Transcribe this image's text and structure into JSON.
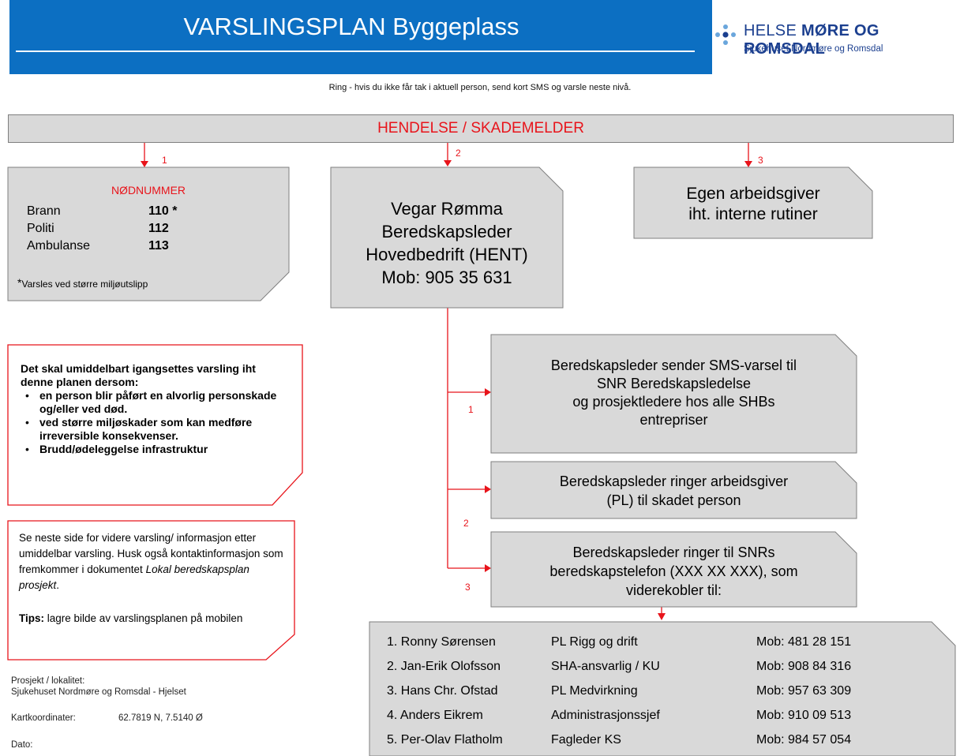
{
  "header": {
    "title": "VARSLINGSPLAN Byggeplass",
    "logo_org_plain": "HELSE ",
    "logo_org_bold": "MØRE OG ROMSDAL",
    "logo_sub": "Sjukehuset Nordmøre og Romsdal"
  },
  "instruction": "Ring - hvis du ikke får tak i aktuell person, send kort SMS og varsle neste nivå.",
  "event_bar": "HENDELSE / SKADEMELDER",
  "branch_numbers": [
    "1",
    "2",
    "3"
  ],
  "emergency": {
    "title": "NØDNUMMER",
    "rows": [
      {
        "service": "Brann",
        "number": "110 *"
      },
      {
        "service": "Politi",
        "number": "112"
      },
      {
        "service": "Ambulanse",
        "number": "113"
      }
    ],
    "footnote_mark": "*",
    "footnote": "Varsles ved større miljøutslipp"
  },
  "contact_leader": {
    "lines": [
      "Vegar Rømma",
      "Beredskapsleder",
      "Hovedbedrift (HENT)",
      "Mob: 905 35 631"
    ]
  },
  "employer_box": {
    "lines": [
      "Egen arbeidsgiver",
      "iht. interne rutiner"
    ]
  },
  "notice": {
    "intro": "Det skal umiddelbart igangsettes varsling iht denne planen dersom:",
    "bullets": [
      "en person blir påført en alvorlig personskade og/eller ved død.",
      "ved større miljøskader som kan medføre irreversible konsekvenser.",
      "Brudd/ødeleggelse infrastruktur"
    ]
  },
  "info": {
    "text_a": "Se neste side for videre varsling/ informasjon etter umiddelbar varsling. Husk også kontaktinformasjon som fremkommer i dokumentet ",
    "text_italic": "Lokal beredskapsplan prosjekt",
    "text_b": ".",
    "tips_label": "Tips:",
    "tips_text": " lagre bilde av varslingsplanen på mobilen"
  },
  "steps": [
    {
      "number": "1",
      "lines": [
        "Beredskapsleder sender SMS-varsel til",
        "SNR Beredskapsledelse",
        "og prosjektledere hos alle SHBs",
        "entrepriser"
      ]
    },
    {
      "number": "2",
      "lines": [
        "Beredskapsleder ringer arbeidsgiver",
        "(PL) til skadet person"
      ]
    },
    {
      "number": "3",
      "lines": [
        "Beredskapsleder ringer til SNRs",
        "beredskapstelefon (XXX XX XXX), som",
        "viderekobler til:"
      ]
    }
  ],
  "project": {
    "label": "Prosjekt / lokalitet:",
    "value": "Sjukehuset Nordmøre og Romsdal - Hjelset",
    "coord_label": "Kartkoordinater:",
    "coord_value": "62.7819 N, 7.5140 Ø",
    "date_label": "Dato:"
  },
  "contacts": [
    {
      "name": "1. Ronny Sørensen",
      "role": "PL Rigg og drift",
      "mobile": "Mob: 481 28 151"
    },
    {
      "name": "2. Jan-Erik Olofsson",
      "role": "SHA-ansvarlig / KU",
      "mobile": "Mob: 908 84 316"
    },
    {
      "name": "3. Hans Chr. Ofstad",
      "role": "PL Medvirkning",
      "mobile": "Mob: 957 63 309"
    },
    {
      "name": "4. Anders Eikrem",
      "role": "Administrasjonssjef",
      "mobile": "Mob: 910 09 513"
    },
    {
      "name": "5. Per-Olav Flatholm",
      "role": "Fagleder KS",
      "mobile": "Mob: 984 57 054"
    }
  ],
  "colors": {
    "header_blue": "#0c6fc2",
    "red": "#e8141b",
    "box_gray": "#d9d9d9"
  }
}
